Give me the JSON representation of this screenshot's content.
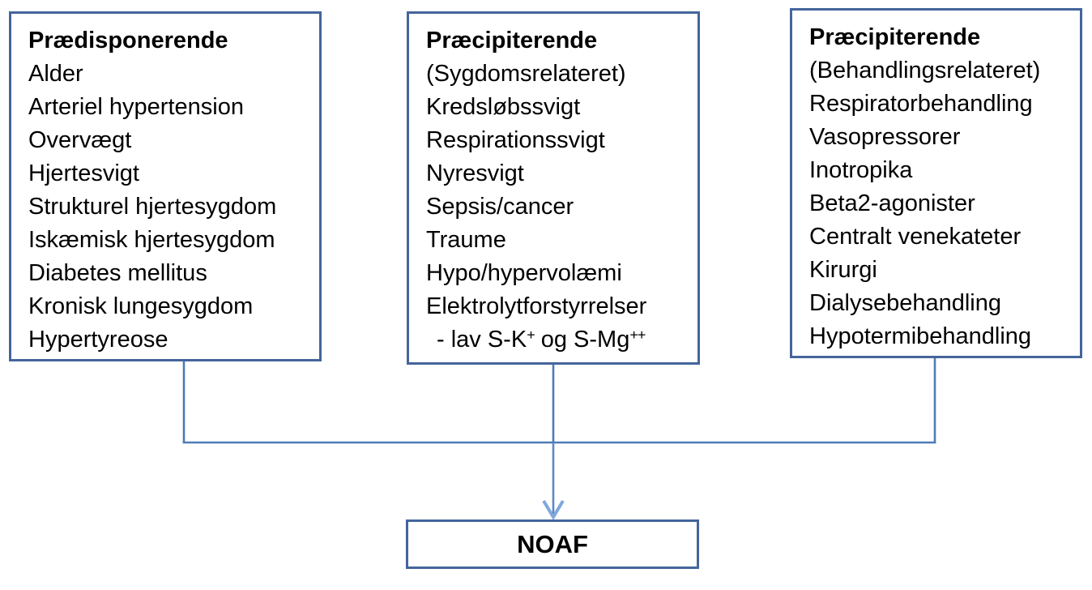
{
  "diagram": {
    "boxes": [
      {
        "title": "Prædisponerende",
        "items": [
          "Alder",
          "Arteriel hypertension",
          "Overvægt",
          "Hjertesvigt",
          "Strukturel hjertesygdom",
          "Iskæmisk hjertesygdom",
          "Diabetes mellitus",
          "Kronisk lungesygdom",
          "Hypertyreose"
        ]
      },
      {
        "title": "Præcipiterende",
        "subtitle": "(Sygdomsrelateret)",
        "items": [
          "Kredsløbssvigt",
          "Respirationssvigt",
          "Nyresvigt",
          "Sepsis/cancer",
          "Traume",
          "Hypo/hypervolæmi",
          "Elektrolytforstyrrelser"
        ],
        "sub_item": {
          "prefix": "- lav S-K",
          "sup1": "+",
          "middle": " og S-Mg",
          "sup2": "++"
        }
      },
      {
        "title": "Præcipiterende",
        "subtitle": "(Behandlingsrelateret)",
        "items": [
          "Respiratorbehandling",
          "Vasopressorer",
          "Inotropika",
          "Beta2-agonister",
          "Centralt venekateter",
          "Kirurgi",
          "Dialysebehandling",
          "Hypotermibehandling"
        ]
      }
    ],
    "outcome": {
      "label": "NOAF"
    },
    "colors": {
      "background": "#FFFFFF",
      "text": "#000000",
      "box_border": "#44659C",
      "connector": "#4E7BB8",
      "arrow_stem": "#5E88C4",
      "arrow": "#7FA8DC"
    }
  }
}
